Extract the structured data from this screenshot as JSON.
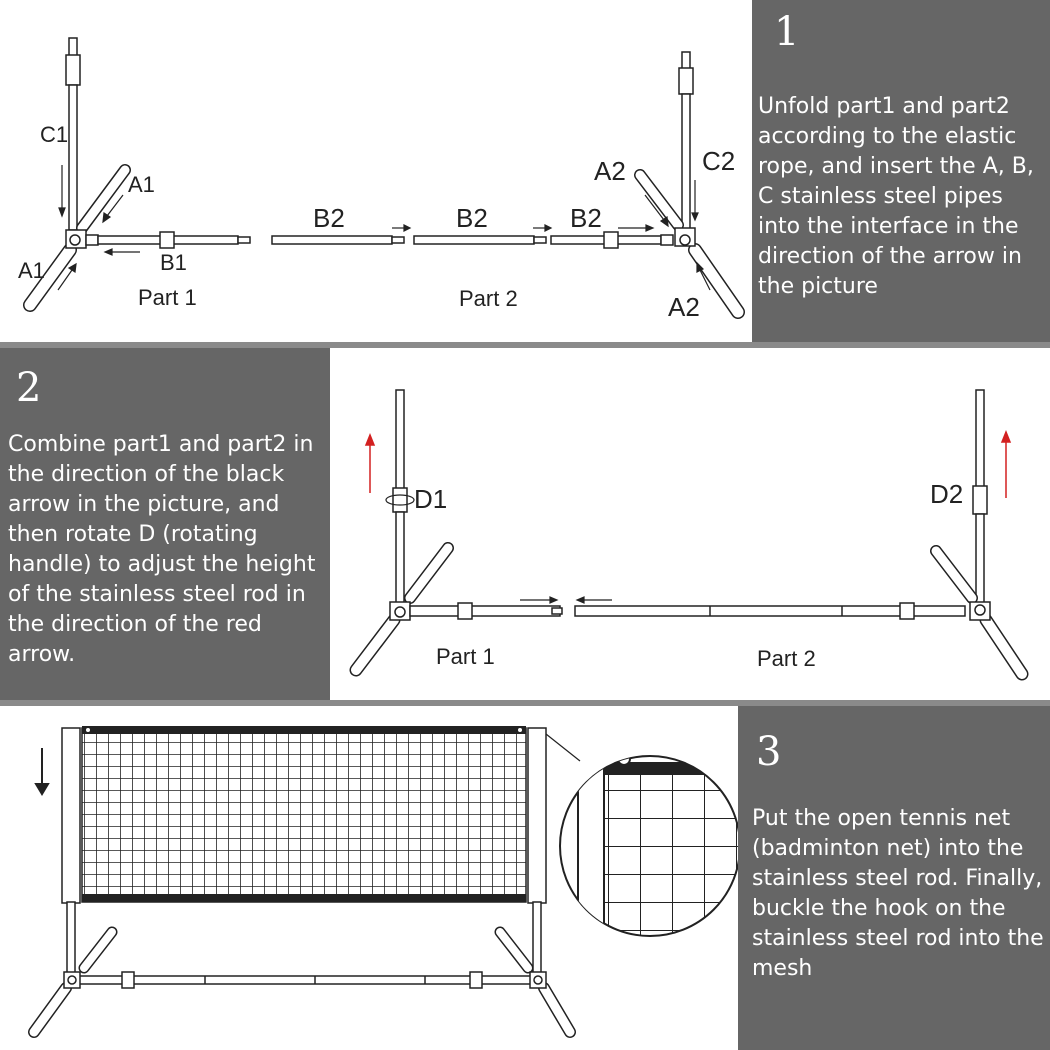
{
  "step1": {
    "number": "1",
    "text": "Unfold part1 and part2 according to the elastic rope, and insert the A, B, C stainless steel pipes into the interface in the direction of the arrow in the picture",
    "labels": {
      "c1": "C1",
      "a1_top": "A1",
      "a1_left": "A1",
      "b1": "B1",
      "part1": "Part 1",
      "b2_a": "B2",
      "b2_b": "B2",
      "b2_c": "B2",
      "part2": "Part 2",
      "a2_top": "A2",
      "c2": "C2",
      "a2_bottom": "A2"
    }
  },
  "step2": {
    "number": "2",
    "text": "Combine part1 and part2 in the direction of the black arrow in the picture, and then rotate D (rotating handle) to adjust the height of the stainless steel rod in the direction of the red arrow.",
    "labels": {
      "d1": "D1",
      "d2": "D2",
      "part1": "Part 1",
      "part2": "Part 2"
    }
  },
  "step3": {
    "number": "3",
    "text": "Put the open tennis net (badminton net) into the stainless steel rod. Finally, buckle the hook on the stainless steel rod into the mesh"
  },
  "colors": {
    "panel_gray": "#666666",
    "divider": "#8a8a8a",
    "red_arrow": "#d32020",
    "line": "#222222"
  }
}
